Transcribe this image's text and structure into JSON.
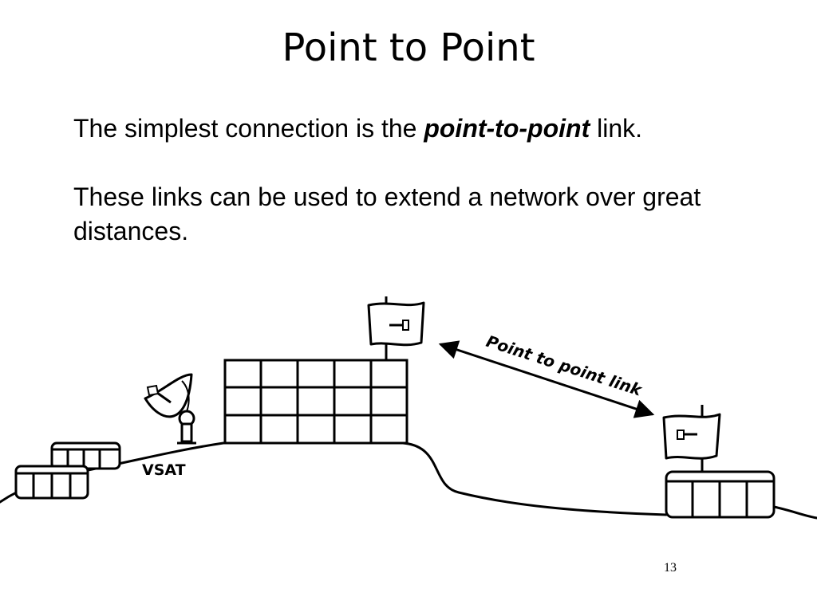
{
  "slide": {
    "title": "Point to Point",
    "paragraph1": {
      "before": "The simplest connection is the ",
      "emphasis": "point-to-point",
      "after": " link."
    },
    "paragraph2": "These links can be used to extend a network over great distances.",
    "page_number": "13"
  },
  "diagram": {
    "labels": {
      "vsat": "VSAT",
      "link": "Point to point link"
    },
    "icons": {
      "left_antenna": "panel-antenna-icon",
      "right_antenna": "panel-antenna-icon",
      "satellite_dish": "satellite-dish-icon"
    },
    "colors": {
      "stroke": "#000000",
      "fill": "#ffffff"
    }
  }
}
